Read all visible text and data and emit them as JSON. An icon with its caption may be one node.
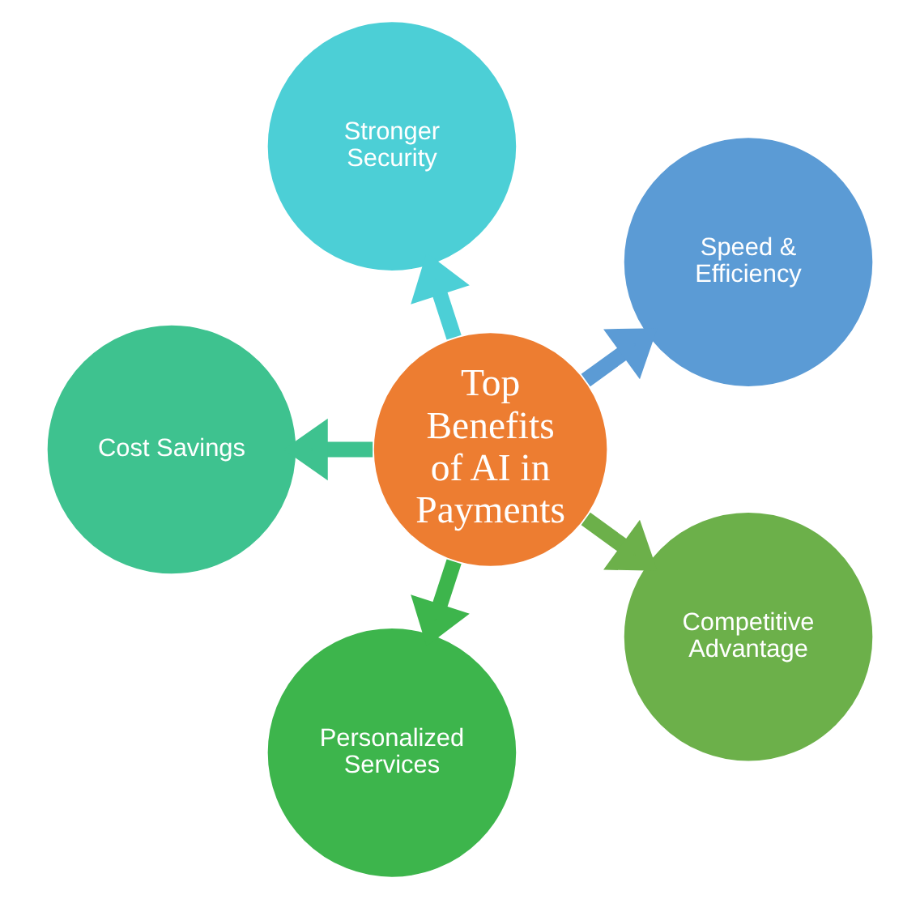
{
  "diagram": {
    "nodes": [
      {
        "text": [
          "Top Benefits of AI in Payments"
        ]
      },
      {
        "text": [
          "Speed & Efficiency"
        ]
      },
      {
        "text": [
          "Stronger Security"
        ]
      },
      {
        "text": [
          "Cost Savings"
        ]
      },
      {
        "text": [
          "Personalized Services"
        ]
      },
      {
        "text": [
          "Competitive Advantage"
        ]
      }
    ],
    "edges": [
      {
        "from": 0,
        "to": 1,
        "arrow": "to",
        "color": "#5b9bd5"
      },
      {
        "from": 0,
        "to": 2,
        "arrow": "to",
        "color": "#4ccfd6"
      },
      {
        "from": 0,
        "to": 3,
        "arrow": "to",
        "color": "#3ec28f"
      },
      {
        "from": 0,
        "to": 4,
        "arrow": "to",
        "color": "#3db54c"
      },
      {
        "from": 0,
        "to": 5,
        "arrow": "to",
        "color": "#6cb04a"
      }
    ]
  }
}
